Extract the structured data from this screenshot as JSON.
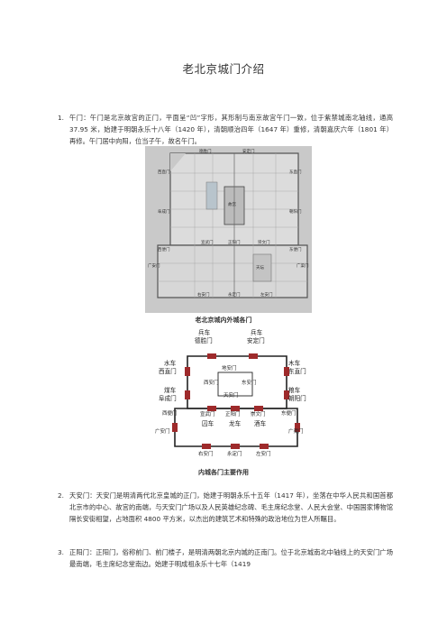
{
  "title": "老北京城门介绍",
  "items": [
    {
      "num": "1.",
      "text": "午门：午门是北京故宫的正门，平面呈“凹”字形，其形制与南京故宫午门一致，位于紫禁城南北轴线，通高 37.95 米，始建于明朝永乐十八年（1420 年），清朝顺治四年（1647 年）重修，清朝嘉庆六年（1801 年）再修。午门居中向阳，位当子午，故名午门。"
    },
    {
      "num": "2.",
      "text": "天安门：天安门是明清两代北京皇城的正门，始建于明朝永乐十五年（1417 年），坐落在中华人民共和国首都北京市的中心、故宫的南端，与天安门广场以及人民英雄纪念碑、毛主席纪念堂、人民大会堂、中国国家博物馆隔长安街相望，占地面积 4800 平方米，以杰出的建筑艺术和特殊的政治地位为世人所瞩目。"
    },
    {
      "num": "3.",
      "text": "正阳门：正阳门，俗称前门、前门楼子，是明清两朝北京内城的正南门。位于北京城南北中轴线上的天安门广场最南端，毛主席纪念堂南边。始建于明成祖永乐十七年（1419"
    }
  ],
  "figure1": {
    "caption": "老北京城内外城各门",
    "labels": [
      "德胜门",
      "安定门",
      "西直门",
      "东直门",
      "阜成门",
      "朝阳门",
      "宣武门",
      "正阳门",
      "崇文门",
      "广安门",
      "广渠门",
      "右安门",
      "永定门",
      "左安门",
      "西便门",
      "东便门",
      "故宫",
      "天坛"
    ]
  },
  "figure2": {
    "caption": "内城各门主要作用",
    "labels": [
      {
        "role": "兵车",
        "gate": "德胜门"
      },
      {
        "role": "兵车",
        "gate": "安定门"
      },
      {
        "role": "水车",
        "gate": "西直门"
      },
      {
        "role": "木车",
        "gate": "东直门"
      },
      {
        "role": "煤车",
        "gate": "阜成门"
      },
      {
        "role": "粮车",
        "gate": "朝阳门"
      }
    ],
    "inner": [
      "地安门",
      "西安门",
      "东安门",
      "天安门"
    ],
    "south": [
      {
        "gate": "宣武门",
        "role": "囚车"
      },
      {
        "gate": "正阳门",
        "role": "龙车"
      },
      {
        "gate": "崇文门",
        "role": "酒车"
      }
    ],
    "outer": [
      "西便门",
      "东便门",
      "广安门",
      "广渠门",
      "右安门",
      "永定门",
      "左安门"
    ]
  }
}
